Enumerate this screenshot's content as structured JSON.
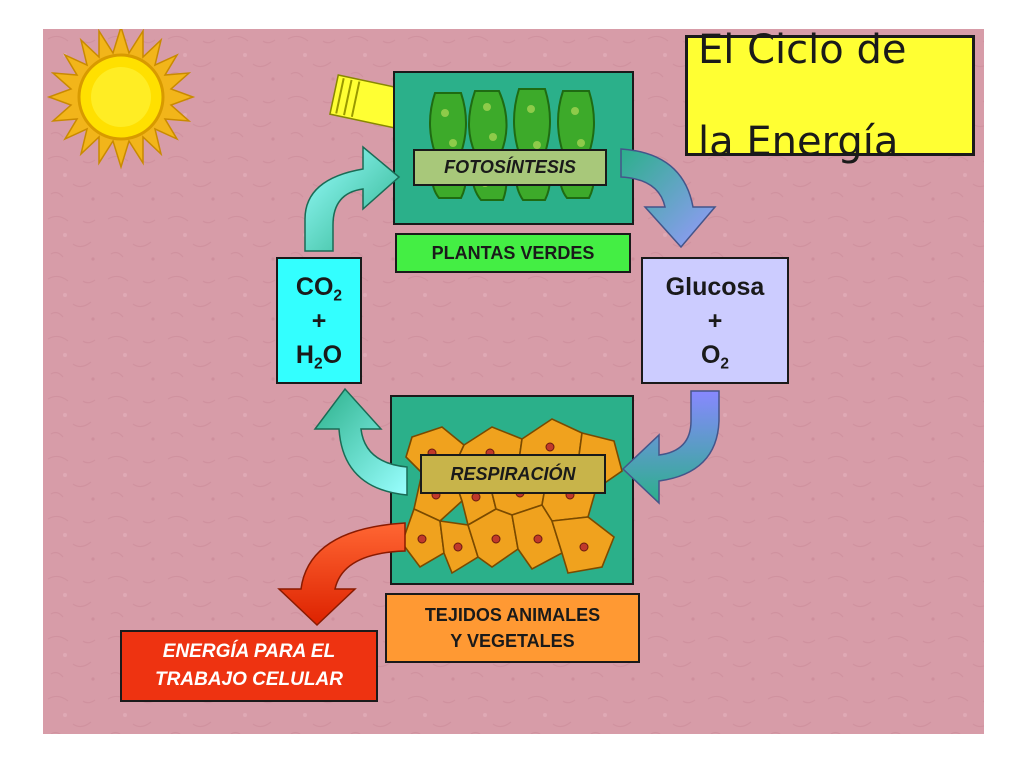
{
  "title": {
    "line1": "El Ciclo de",
    "line2": "la Energía"
  },
  "processes": {
    "photosynthesis": "FOTOSÍNTESIS",
    "respiration": "RESPIRACIÓN"
  },
  "labels": {
    "green_plants": "PLANTAS VERDES",
    "tissues_line1": "TEJIDOS ANIMALES",
    "tissues_line2": "Y VEGETALES",
    "energy_line1": "ENERGÍA PARA EL",
    "energy_line2": "TRABAJO CELULAR"
  },
  "reactants": {
    "co2_base": "CO",
    "co2_sub": "2",
    "plus": "+",
    "h2o_h": "H",
    "h2o_sub": "2",
    "h2o_o": "O"
  },
  "products": {
    "glucose": "Glucosa",
    "plus": "+",
    "o2_base": "O",
    "o2_sub": "2"
  },
  "colors": {
    "background": "#d79ca8",
    "title_bg": "#ffff33",
    "panel": "#2bb08a",
    "plants_label": "#44ee44",
    "co2_box": "#33ffff",
    "glucose_box": "#ccccff",
    "tissues_box": "#ff9933",
    "energy_box": "#ee3311",
    "sun": "#ffcc00"
  },
  "icons": [
    "sun-icon",
    "sunlight-arrow-icon",
    "chloroplast-cells-icon",
    "animal-cells-icon",
    "cycle-arrow-icon",
    "energy-arrow-icon"
  ]
}
